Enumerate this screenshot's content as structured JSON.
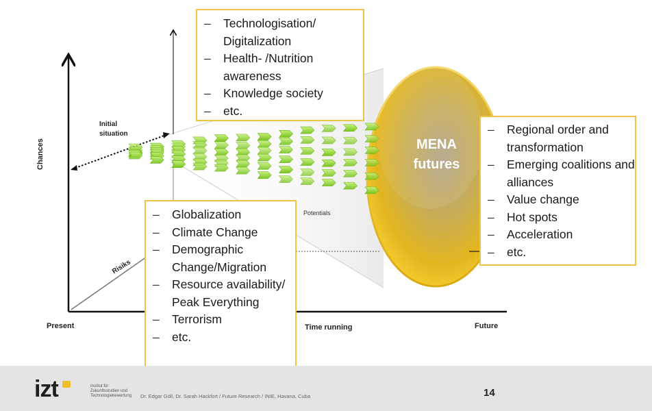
{
  "axes": {
    "chances": "Chances",
    "initial_situation": "Initial\nsituation",
    "risiks": "Risiks",
    "present": "Present",
    "time_running": "Time running",
    "future": "Future",
    "potentials": "Potentials"
  },
  "center": {
    "title": "MENA\nfutures"
  },
  "boxes": {
    "top": [
      "Technologisation/ Digitalization",
      "Health- /Nutrition awareness",
      "Knowledge society",
      "etc."
    ],
    "right": [
      "Regional order and transformation",
      "Emerging coalitions and alliances",
      "Value change",
      "Hot spots",
      "Acceleration",
      "etc."
    ],
    "bottom": [
      "Globalization",
      "Climate Change",
      "Demographic Change/Migration",
      "Resource availability/ Peak Everything",
      "Terrorism",
      "etc."
    ]
  },
  "footer": {
    "logo_word": "izt",
    "institute": "Institut für\nZukunftsstudien und\nTechnologiebewertung",
    "authors": "Dr. Edgar Göll, Dr. Sarah Hackfort / Future Research / INIE, Havana, Cuba",
    "page": "14"
  },
  "colors": {
    "border": "#f0c24a",
    "ellipse_outer": "#e8b817",
    "ellipse_inner": "#bfa85c",
    "arrow_fill": "#8fd630",
    "logo_dot": "#f1be2b"
  },
  "icons": {
    "mini_arrow": "chevron-arrow-icon"
  }
}
